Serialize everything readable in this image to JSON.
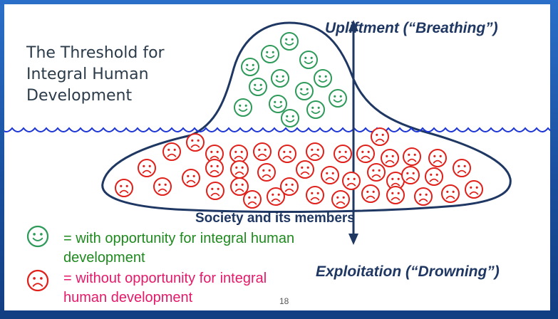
{
  "threshold_label": "The Threshold for Integral Human Development",
  "upliftment_label": "Upliftment (“Breathing”)",
  "exploitation_label": "Exploitation (“Drowning”)",
  "society_label": "Society and its members",
  "legend": {
    "happy_text": "= with opportunity for integral human development",
    "sad_text": "= without opportunity for integral human development"
  },
  "page_number": "18",
  "icons": {
    "happy": "smiling-face-icon",
    "sad": "frowning-face-icon"
  },
  "colors": {
    "happy": "#2e9a5a",
    "sad": "#e0201a",
    "outline": "#1f3763",
    "water": "#1a33d6",
    "happy_text": "#1e8a1e",
    "sad_text": "#e5196a"
  }
}
